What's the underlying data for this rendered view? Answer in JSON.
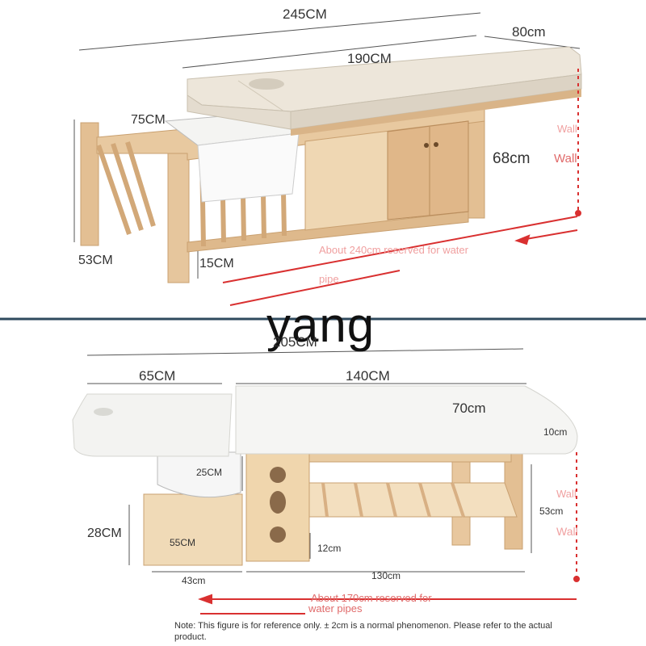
{
  "top_panel": {
    "dim_overall_length": "245CM",
    "dim_width": "80cm",
    "dim_mattress_length": "190CM",
    "dim_basin_width": "75CM",
    "dim_height": "68cm",
    "dim_side_height": "53CM",
    "dim_clearance": "15CM",
    "wall_label_1": "Wall",
    "wall_label_2": "Wall",
    "pipe_note_line1": "About 240cm reserved for water",
    "pipe_note_line2": "pipe"
  },
  "watermark": "yang",
  "bottom_panel": {
    "dim_overall_length": "205CM",
    "dim_head_section": "65CM",
    "dim_body_section": "140CM",
    "dim_width": "70cm",
    "dim_cushion_thickness": "10cm",
    "dim_basin_depth": "25CM",
    "dim_base_height": "28CM",
    "dim_base_depth": "55CM",
    "dim_leg_height": "53cm",
    "dim_clearance": "12cm",
    "dim_base_length": "43cm",
    "dim_frame_length": "130cm",
    "wall_label_1": "Wall",
    "wall_label_2": "Wall",
    "pipe_note_line1": "About 170cm reserved for",
    "pipe_note_line2": "water pipes"
  },
  "footer_note": "Note: This figure is for reference only. ± 2cm is a normal phenomenon. Please refer to the actual product.",
  "colors": {
    "wood": "#e8c9a0",
    "wood_dark": "#c99a66",
    "cushion": "#ece7dc",
    "divider": "#2f4a5e",
    "accent_red": "#d93030"
  }
}
